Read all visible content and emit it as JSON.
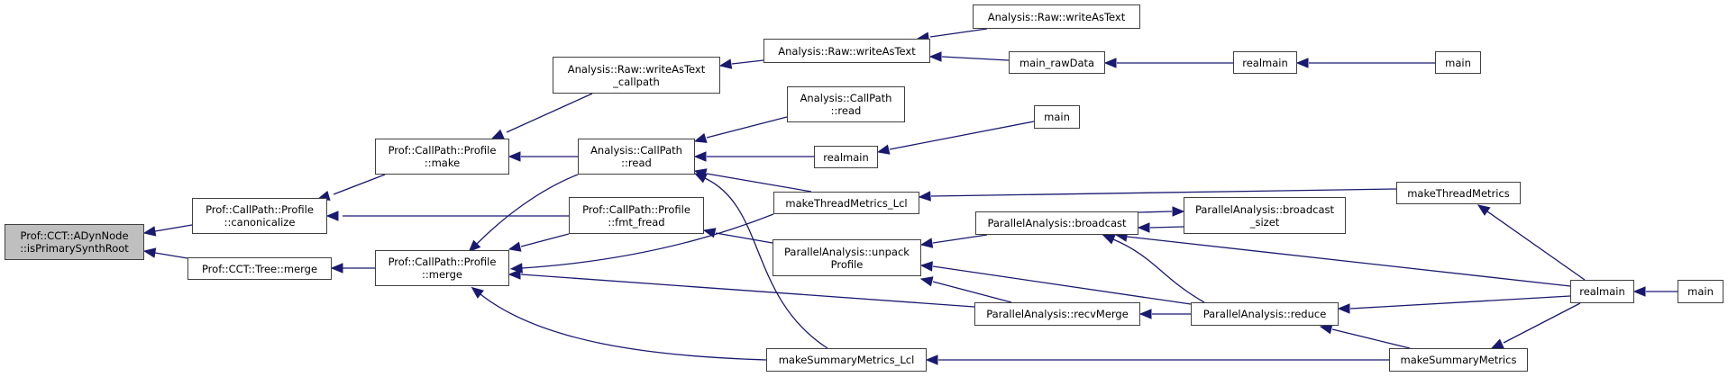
{
  "title": "Caller graph for Prof::CCT::ADynNode::isPrimarySynthRoot",
  "colors": {
    "edge": "#191970",
    "current_node_fill": "#bfbfbf",
    "node_border": "#404040",
    "node_fill": "#ffffff"
  },
  "nodes": {
    "isPrimarySynthRoot": {
      "lines": [
        "Prof::CCT::ADynNode",
        "::isPrimarySynthRoot"
      ],
      "current": true
    },
    "canonicalize": {
      "lines": [
        "Prof::CallPath::Profile",
        "::canonicalize"
      ]
    },
    "treeMerge": {
      "lines": [
        "Prof::CCT::Tree::merge"
      ]
    },
    "profileMake": {
      "lines": [
        "Prof::CallPath::Profile",
        "::make"
      ]
    },
    "profileMerge": {
      "lines": [
        "Prof::CallPath::Profile",
        "::merge"
      ]
    },
    "writeAsTextCallpath": {
      "lines": [
        "Analysis::Raw::writeAsText",
        "_callpath"
      ]
    },
    "callPathRead": {
      "lines": [
        "Analysis::CallPath",
        "::read"
      ]
    },
    "fmtFread": {
      "lines": [
        "Prof::CallPath::Profile",
        "::fmt_fread"
      ]
    },
    "writeAsTextMid": {
      "lines": [
        "Analysis::Raw::writeAsText"
      ]
    },
    "writeAsTextTop": {
      "lines": [
        "Analysis::Raw::writeAsText"
      ]
    },
    "mainRawData": {
      "lines": [
        "main_rawData"
      ]
    },
    "callPathReadUpper": {
      "lines": [
        "Analysis::CallPath",
        "::read"
      ]
    },
    "realmainLeft": {
      "lines": [
        "realmain"
      ]
    },
    "mainMid": {
      "lines": [
        "main"
      ]
    },
    "makeThreadMetricsLcl": {
      "lines": [
        "makeThreadMetrics_Lcl"
      ]
    },
    "unpackProfile": {
      "lines": [
        "ParallelAnalysis::unpack",
        "Profile"
      ]
    },
    "makeSummaryMetricsLcl": {
      "lines": [
        "makeSummaryMetrics_Lcl"
      ]
    },
    "broadcast": {
      "lines": [
        "ParallelAnalysis::broadcast"
      ]
    },
    "recvMerge": {
      "lines": [
        "ParallelAnalysis::recvMerge"
      ]
    },
    "broadcastSizet": {
      "lines": [
        "ParallelAnalysis::broadcast",
        "_sizet"
      ]
    },
    "reduce": {
      "lines": [
        "ParallelAnalysis::reduce"
      ]
    },
    "realmainTop": {
      "lines": [
        "realmain"
      ]
    },
    "mainTop": {
      "lines": [
        "main"
      ]
    },
    "makeThreadMetrics": {
      "lines": [
        "makeThreadMetrics"
      ]
    },
    "makeSummaryMetrics": {
      "lines": [
        "makeSummaryMetrics"
      ]
    },
    "realmainRight": {
      "lines": [
        "realmain"
      ]
    },
    "mainRight": {
      "lines": [
        "main"
      ]
    }
  },
  "edges": [
    {
      "from": "canonicalize",
      "to": "isPrimarySynthRoot"
    },
    {
      "from": "treeMerge",
      "to": "isPrimarySynthRoot"
    },
    {
      "from": "profileMake",
      "to": "canonicalize"
    },
    {
      "from": "fmtFread",
      "to": "canonicalize"
    },
    {
      "from": "profileMerge",
      "to": "treeMerge"
    },
    {
      "from": "writeAsTextCallpath",
      "to": "profileMake"
    },
    {
      "from": "callPathRead",
      "to": "profileMake"
    },
    {
      "from": "writeAsTextMid",
      "to": "writeAsTextCallpath"
    },
    {
      "from": "callPathRead",
      "to": "profileMerge"
    },
    {
      "from": "fmtFread",
      "to": "profileMerge"
    },
    {
      "from": "makeThreadMetricsLcl",
      "to": "profileMerge"
    },
    {
      "from": "recvMerge",
      "to": "profileMerge"
    },
    {
      "from": "makeSummaryMetricsLcl",
      "to": "profileMerge"
    },
    {
      "from": "writeAsTextTop",
      "to": "writeAsTextMid"
    },
    {
      "from": "mainRawData",
      "to": "writeAsTextMid"
    },
    {
      "from": "callPathReadUpper",
      "to": "callPathRead"
    },
    {
      "from": "realmainLeft",
      "to": "callPathRead"
    },
    {
      "from": "makeThreadMetricsLcl",
      "to": "callPathRead"
    },
    {
      "from": "makeSummaryMetricsLcl",
      "to": "callPathRead"
    },
    {
      "from": "unpackProfile",
      "to": "fmtFread"
    },
    {
      "from": "realmainTop",
      "to": "mainRawData"
    },
    {
      "from": "mainMid",
      "to": "realmainLeft"
    },
    {
      "from": "makeThreadMetrics",
      "to": "makeThreadMetricsLcl"
    },
    {
      "from": "broadcast",
      "to": "unpackProfile"
    },
    {
      "from": "reduce",
      "to": "unpackProfile"
    },
    {
      "from": "recvMerge",
      "to": "unpackProfile"
    },
    {
      "from": "broadcast",
      "to": "broadcastSizet"
    },
    {
      "from": "broadcastSizet",
      "to": "broadcast"
    },
    {
      "from": "realmainRight",
      "to": "broadcast"
    },
    {
      "from": "reduce",
      "to": "broadcast"
    },
    {
      "from": "reduce",
      "to": "recvMerge"
    },
    {
      "from": "makeSummaryMetrics",
      "to": "makeSummaryMetricsLcl"
    },
    {
      "from": "mainTop",
      "to": "realmainTop"
    },
    {
      "from": "realmainRight",
      "to": "makeThreadMetrics"
    },
    {
      "from": "realmainRight",
      "to": "reduce"
    },
    {
      "from": "makeSummaryMetrics",
      "to": "reduce"
    },
    {
      "from": "realmainRight",
      "to": "makeSummaryMetrics"
    },
    {
      "from": "mainRight",
      "to": "realmainRight"
    }
  ]
}
